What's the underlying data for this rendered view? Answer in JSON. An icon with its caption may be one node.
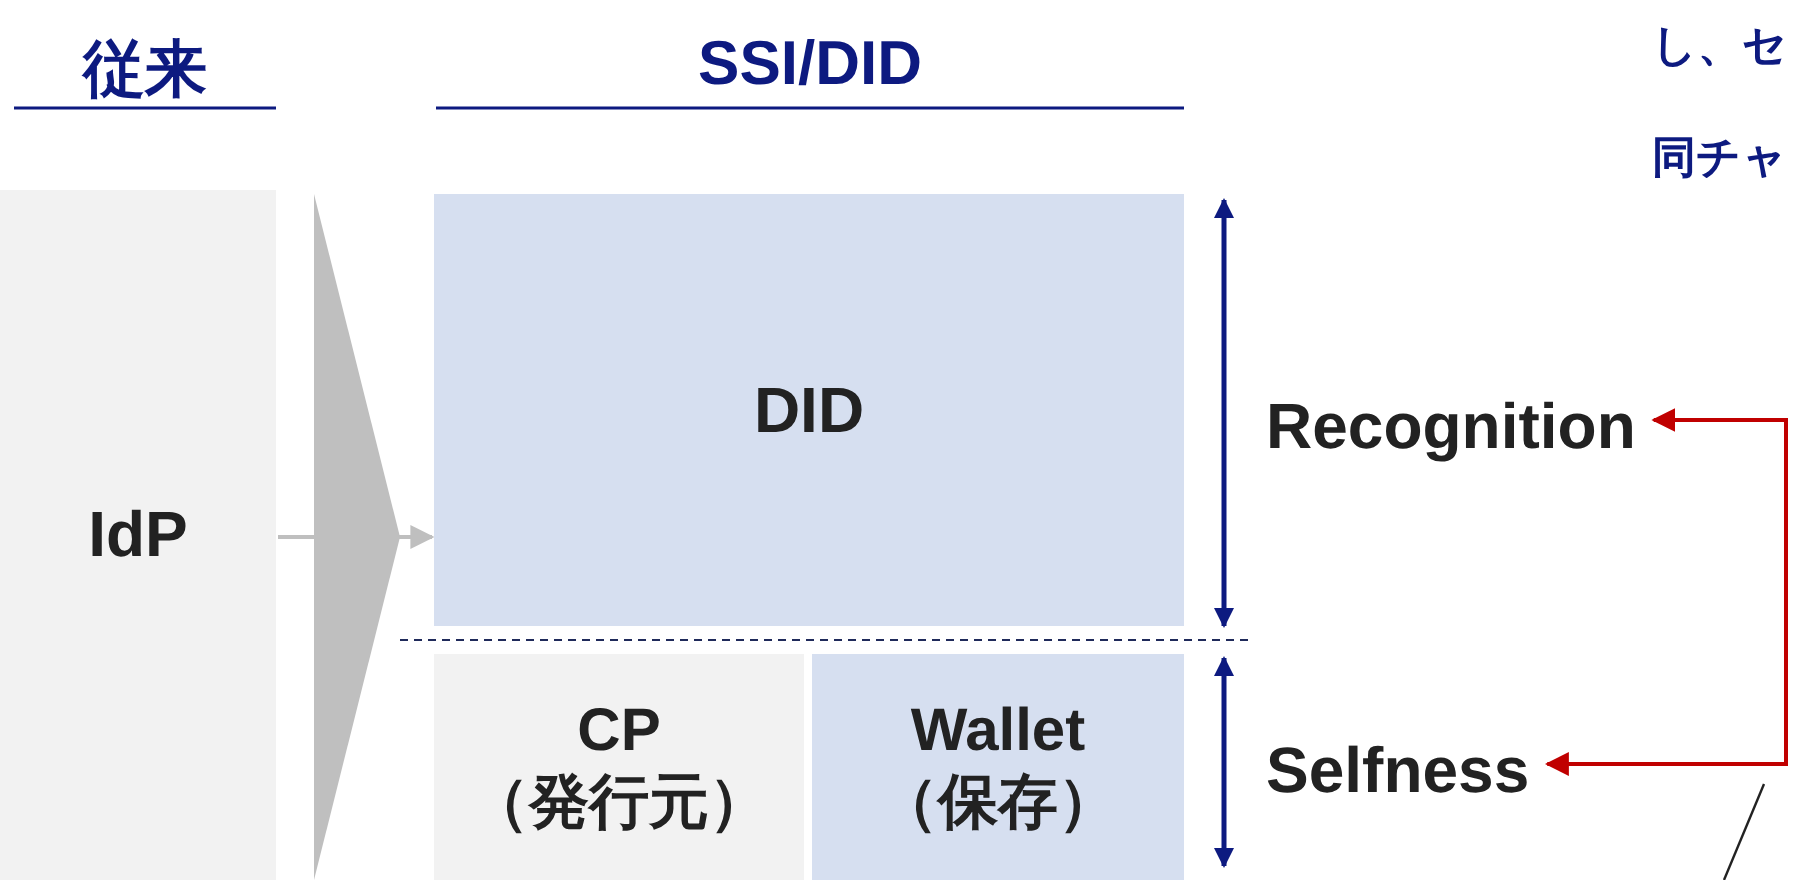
{
  "diagram": {
    "nodes": [
      {
        "text": [
          "IdP"
        ]
      },
      {
        "text": [
          "DID"
        ]
      },
      {
        "text": [
          "CP",
          "（発行元）"
        ]
      },
      {
        "text": [
          "Wallet",
          "（保存）"
        ]
      },
      {
        "text": [
          "Recognition"
        ]
      },
      {
        "text": [
          "Selfness"
        ]
      }
    ],
    "edges": [
      {
        "from": 0,
        "to": 1,
        "arrow": "to",
        "color": "#bfbfbf"
      },
      {
        "from": 4,
        "to": 5,
        "arrow": "both",
        "color": "#c00000"
      }
    ],
    "labels": [
      "従来",
      "SSI/DID",
      "し、セ",
      "同チャ"
    ]
  }
}
